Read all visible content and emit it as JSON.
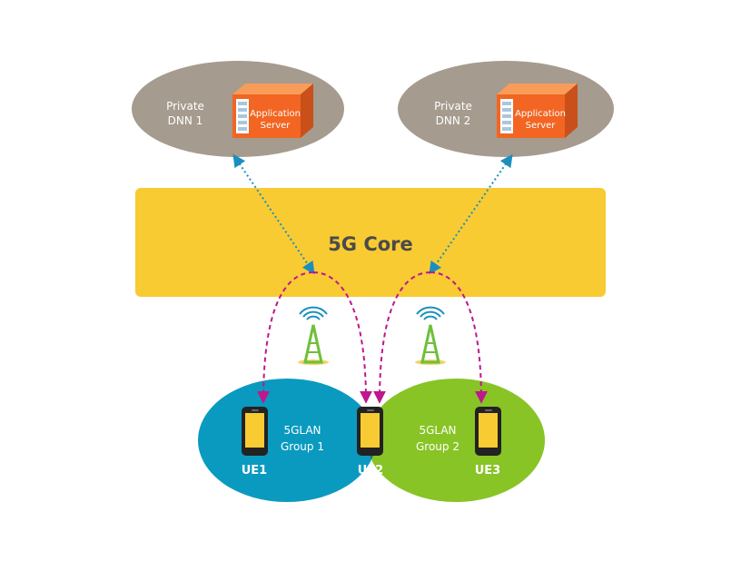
{
  "dnn1": {
    "line1": "Private",
    "line2": "DNN 1",
    "server_line1": "Application",
    "server_line2": "Server"
  },
  "dnn2": {
    "line1": "Private",
    "line2": "DNN 2",
    "server_line1": "Application",
    "server_line2": "Server"
  },
  "core": {
    "label": "5G Core"
  },
  "group1": {
    "line1": "5GLAN",
    "line2": "Group 1"
  },
  "group2": {
    "line1": "5GLAN",
    "line2": "Group 2"
  },
  "ues": [
    {
      "label": "UE1"
    },
    {
      "label": "UE2"
    },
    {
      "label": "UE3"
    }
  ],
  "colors": {
    "dnn_fill": "#a59b8e",
    "core_fill": "#f8cb32",
    "group1_fill": "#0a9ac0",
    "group2_fill": "#88c425",
    "overlap_fill": "#0f7675",
    "server_front": "#f26522",
    "server_top": "#f89c5a",
    "server_side": "#c9501a",
    "dotted_blue": "#1a8fbf",
    "dashed_magenta": "#c0168e",
    "tower": "#6fbf3a"
  }
}
